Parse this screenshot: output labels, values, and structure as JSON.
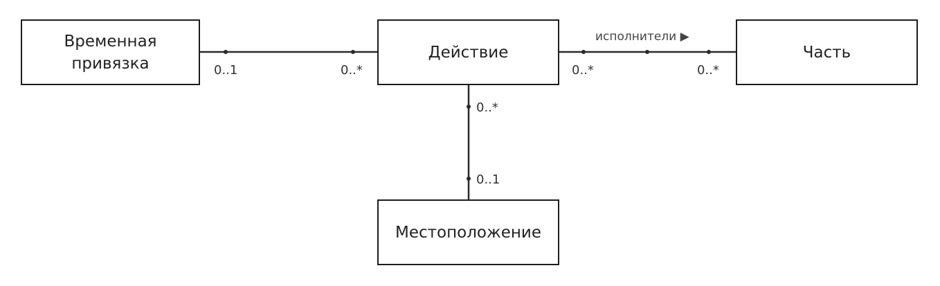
{
  "entities": {
    "time_binding": {
      "lines": [
        "Временная",
        "привязка"
      ]
    },
    "action": {
      "label": "Действие"
    },
    "part": {
      "label": "Часть"
    },
    "location": {
      "label": "Местоположение"
    }
  },
  "associations": {
    "time_action": {
      "time_end": "0..1",
      "action_end": "0..*"
    },
    "action_part": {
      "name": "исполнители ▶",
      "action_end": "0..*",
      "part_end": "0..*"
    },
    "action_location": {
      "action_end": "0..*",
      "location_end": "0..1"
    }
  }
}
